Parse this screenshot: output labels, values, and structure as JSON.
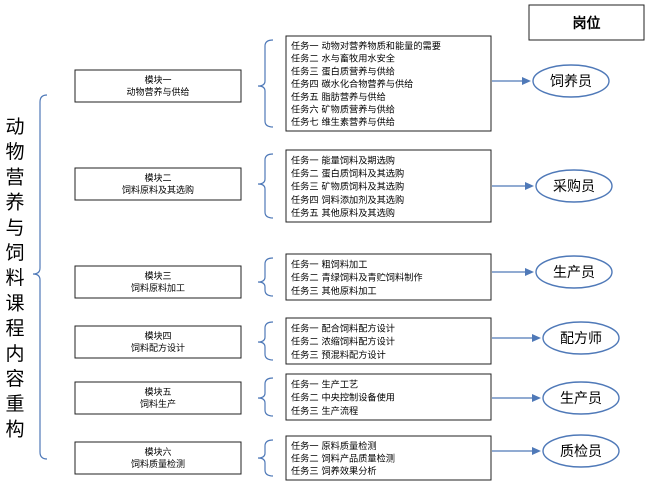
{
  "title": "动物营养与饲料课程内容重构",
  "position_header": "岗位",
  "modules": [
    {
      "name": "模块一",
      "subtitle": "动物营养与供给",
      "tasks": [
        "任务一  动物对营养物质和能量的需要",
        "任务二  水与畜牧用水安全",
        "任务三  蛋白质营养与供给",
        "任务四  碳水化合物营养与供给",
        "任务五  脂肪营养与供给",
        "任务六  矿物质营养与供给",
        "任务七  维生素营养与供给"
      ],
      "position": "饲养员"
    },
    {
      "name": "模块二",
      "subtitle": "饲料原料及其选购",
      "tasks": [
        "任务一  能量饲料及期选购",
        "任务二  蛋白质饲料及其选购",
        "任务三  矿物质饲料及其选购",
        "任务四  饲料添加剂及其选购",
        "任务五  其他原料及其选购"
      ],
      "position": "采购员"
    },
    {
      "name": "模块三",
      "subtitle": "饲料原料加工",
      "tasks": [
        "任务一  粗饲料加工",
        "任务二  青绿饲料及青贮饲料制作",
        "任务三  其他原料加工"
      ],
      "position": "生产员"
    },
    {
      "name": "模块四",
      "subtitle": "饲料配方设计",
      "tasks": [
        "任务一  配合饲料配方设计",
        "任务二  浓缩饲料配方设计",
        "任务三  预混料配方设计"
      ],
      "position": "配方师"
    },
    {
      "name": "模块五",
      "subtitle": "饲料生产",
      "tasks": [
        "任务一 生产工艺",
        "任务二  中央控制设备使用",
        "任务三  生产流程"
      ],
      "position": "生产员"
    },
    {
      "name": "模块六",
      "subtitle": "饲料质量检测",
      "tasks": [
        "任务一 原料质量检测",
        "任务二  饲料产品质量检测",
        "任务三  饲养效果分析"
      ],
      "position": "质检员"
    }
  ]
}
